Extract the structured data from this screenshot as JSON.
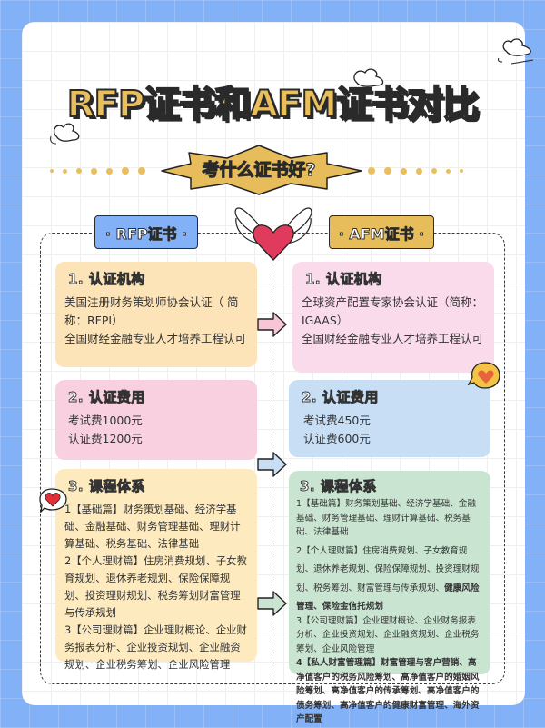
{
  "title": "RFP证书和AFM证书对比",
  "subtitle": "考什么证书好?",
  "colors": {
    "background": "#82b1f7",
    "title_fill": "#e9be5c",
    "rfp_tag": "#82b1f7",
    "afm_tag": "#e7bc5a",
    "heart": "#e03a5c"
  },
  "left": {
    "tag": "· RFP证书 ·",
    "sections": [
      {
        "heading": "1. 认证机构",
        "lines": [
          "美国注册财务策划师协会认证（ 简称：RFPI）",
          "全国财经金融专业人才培养工程认可"
        ]
      },
      {
        "heading": "2. 认证费用",
        "lines": [
          "考试费1000元",
          "认证费1200元"
        ]
      },
      {
        "heading": "3. 课程体系",
        "lines": [
          "1【基础篇】财务策划基础、经济学基础、金融基础、财务管理基础、理财计算基础、税务基础、法律基础",
          "2【个人理财篇】住房消费规划、子女教育规划、退休养老规划、保险保障规划、投资理财规划、税务筹划财富管理与传承规划",
          "3【公司理财篇】企业理财概论、企业财务报表分析、企业投资规划、企业融资规划、企业税务筹划、企业风险管理"
        ]
      }
    ]
  },
  "right": {
    "tag": "· AFM证书 ·",
    "sections": [
      {
        "heading": "1. 认证机构",
        "lines": [
          "全球资产配置专家协会认证（简称：IGAAS）",
          "全国财经金融专业人才培养工程认可"
        ]
      },
      {
        "heading": "2. 认证费用",
        "lines": [
          "考试费450元",
          "认证费600元"
        ]
      },
      {
        "heading": "3. 课程体系",
        "lines": [
          "1【基础篇】财务策划基础、经济学基础、金融基础、财务管理基础、理财计算基础、税务基础、法律基础",
          "2【个人理财篇】住房消费规划、子女教育规划、退休养老规划、保险保障规划、投资理财规划、税务筹划、财富管理与传承规划、",
          "健康风险管理、保险金信托规划",
          "3【公司理财篇】企业理财概论、企业财务报表分析、企业投资规划、企业融资规划、企业税务筹划、企业风险管理",
          "4【私人财富管理篇】财富管理与客户营销、高净值客户的税务风险筹划、高净值客户的婚姻风险筹划、高净值客户的传承筹划、高净值客户的债务筹划、高净值客户的健康财富管理、海外资产配置"
        ]
      }
    ]
  },
  "icons": [
    "cloud-icon",
    "winged-heart-icon",
    "arrow-right-icon",
    "heart-speech-bubble-icon"
  ]
}
